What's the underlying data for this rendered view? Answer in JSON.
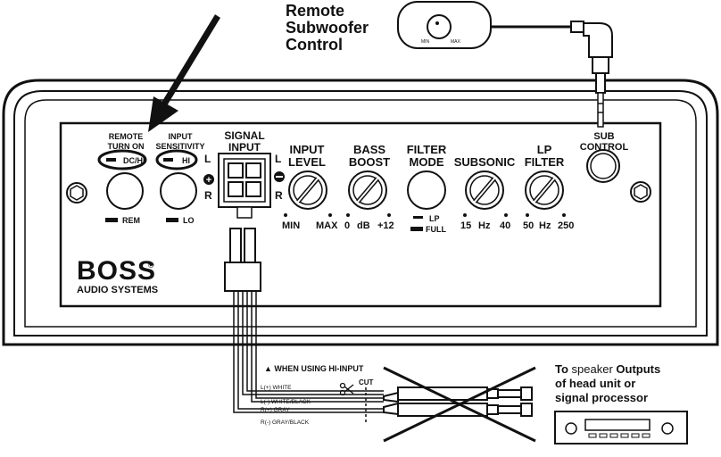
{
  "remote": {
    "title_line1": "Remote",
    "title_line2": "Subwoofer",
    "title_line3": "Control",
    "min_label": "MIN",
    "max_label": "MAX"
  },
  "sub_control": {
    "line1": "SUB",
    "line2": "CONTROL"
  },
  "remote_turn_on": {
    "line1": "REMOTE",
    "line2": "TURN ON",
    "selected": "DC/HI",
    "alt": "REM"
  },
  "input_sensitivity": {
    "line1": "INPUT",
    "line2": "SENSITIVITY",
    "selected": "HI",
    "alt": "LO"
  },
  "channel_labels": {
    "left": "L",
    "right": "R",
    "plus": "+",
    "minus": "−"
  },
  "signal_input": {
    "line1": "SIGNAL",
    "line2": "INPUT"
  },
  "input_level": {
    "line1": "INPUT",
    "line2": "LEVEL",
    "min": "MIN",
    "max": "MAX"
  },
  "bass_boost": {
    "line1": "BASS",
    "line2": "BOOST",
    "min": "0",
    "unit": "dB",
    "max": "+12"
  },
  "filter_mode": {
    "line1": "FILTER",
    "line2": "MODE",
    "opt1": "LP",
    "opt2": "FULL"
  },
  "subsonic": {
    "line1": "SUBSONIC",
    "min": "15",
    "unit": "Hz",
    "max": "40"
  },
  "lp_filter": {
    "line1": "LP",
    "line2": "FILTER",
    "min": "50",
    "unit": "Hz",
    "max": "250"
  },
  "brand": {
    "logo": "BOSS",
    "registered": "®",
    "subtitle": "AUDIO SYSTEMS"
  },
  "wiring": {
    "note": "▲ WHEN USING HI-INPUT",
    "cut": "CUT",
    "wires": [
      "L(+) WHITE",
      "L(-) WHITE/BLACK",
      "R(+) GRAY",
      "R(-) GRAY/BLACK"
    ]
  },
  "destination": {
    "line1_a": "To ",
    "line1_b": "speaker",
    "line1_c": " Outputs",
    "line2": "of head unit or",
    "line3": "signal processor"
  }
}
